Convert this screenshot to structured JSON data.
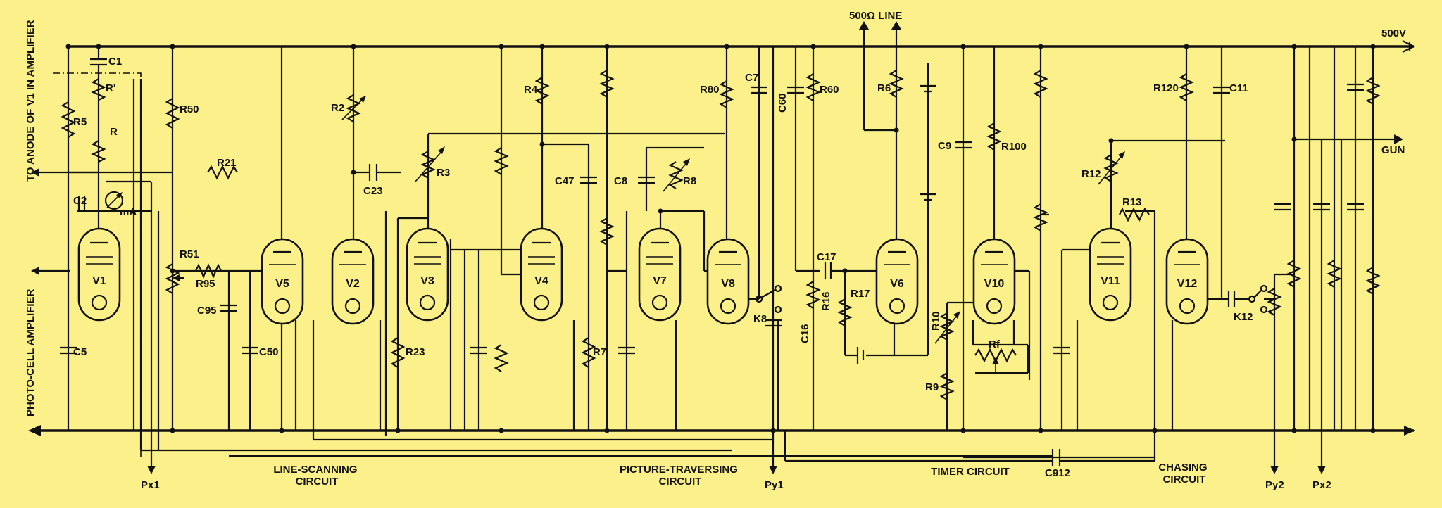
{
  "colors": {
    "background": "#fbf08a",
    "ink": "#111111"
  },
  "labels": {
    "supply": "500V",
    "line": "500Ω LINE",
    "gun": "GUN",
    "anode": "TO ANODE OF V1 IN AMPLIFIER",
    "photocell": "PHOTO-CELL AMPLIFIER",
    "meter": "mA",
    "rf": "Rf"
  },
  "valves": [
    {
      "id": "v1",
      "label": "V1"
    },
    {
      "id": "v5",
      "label": "V5"
    },
    {
      "id": "v2",
      "label": "V2"
    },
    {
      "id": "v3",
      "label": "V3"
    },
    {
      "id": "v4",
      "label": "V4"
    },
    {
      "id": "v7",
      "label": "V7"
    },
    {
      "id": "v8",
      "label": "V8"
    },
    {
      "id": "v6",
      "label": "V6"
    },
    {
      "id": "v10",
      "label": "V10"
    },
    {
      "id": "v11",
      "label": "V11"
    },
    {
      "id": "v12",
      "label": "V12"
    }
  ],
  "resistors": [
    {
      "id": "r5",
      "label": "R5"
    },
    {
      "id": "r-top",
      "label": "R'"
    },
    {
      "id": "r-mid",
      "label": "R"
    },
    {
      "id": "r50",
      "label": "R50"
    },
    {
      "id": "r51",
      "label": "R51"
    },
    {
      "id": "r21",
      "label": "R21"
    },
    {
      "id": "r95",
      "label": "R95"
    },
    {
      "id": "r2",
      "label": "R2"
    },
    {
      "id": "r3",
      "label": "R3"
    },
    {
      "id": "r23",
      "label": "R23"
    },
    {
      "id": "r4",
      "label": "R4"
    },
    {
      "id": "r7",
      "label": "R7"
    },
    {
      "id": "r8",
      "label": "R8"
    },
    {
      "id": "r80",
      "label": "R80"
    },
    {
      "id": "r60",
      "label": "R60"
    },
    {
      "id": "r16",
      "label": "R16"
    },
    {
      "id": "r17",
      "label": "R17"
    },
    {
      "id": "r6",
      "label": "R6"
    },
    {
      "id": "r100",
      "label": "R100"
    },
    {
      "id": "r10",
      "label": "R10"
    },
    {
      "id": "r9",
      "label": "R9"
    },
    {
      "id": "r12",
      "label": "R12"
    },
    {
      "id": "r13",
      "label": "R13"
    },
    {
      "id": "r120",
      "label": "R120"
    }
  ],
  "capacitors": [
    {
      "id": "c1",
      "label": "C1"
    },
    {
      "id": "c2",
      "label": "C2"
    },
    {
      "id": "c5",
      "label": "C5"
    },
    {
      "id": "c95",
      "label": "C95"
    },
    {
      "id": "c50",
      "label": "C50"
    },
    {
      "id": "c23",
      "label": "C23"
    },
    {
      "id": "c47",
      "label": "C47"
    },
    {
      "id": "c8",
      "label": "C8"
    },
    {
      "id": "c7",
      "label": "C7"
    },
    {
      "id": "c60",
      "label": "C60"
    },
    {
      "id": "c16",
      "label": "C16"
    },
    {
      "id": "c17",
      "label": "C17"
    },
    {
      "id": "c9",
      "label": "C9"
    },
    {
      "id": "c11",
      "label": "C11"
    },
    {
      "id": "c912",
      "label": "C912"
    }
  ],
  "switches": [
    {
      "id": "k8",
      "label": "K8"
    },
    {
      "id": "k12",
      "label": "K12"
    }
  ],
  "outputs": [
    {
      "id": "px1",
      "label": "Px1"
    },
    {
      "id": "py1",
      "label": "Py1"
    },
    {
      "id": "py2",
      "label": "Py2"
    },
    {
      "id": "px2",
      "label": "Px2"
    }
  ],
  "circuits": {
    "line_scanning": [
      "LINE-SCANNING",
      "CIRCUIT"
    ],
    "picture_traversing": [
      "PICTURE-TRAVERSING",
      "CIRCUIT"
    ],
    "timer": "TIMER CIRCUIT",
    "chasing": [
      "CHASING",
      "CIRCUIT"
    ]
  }
}
